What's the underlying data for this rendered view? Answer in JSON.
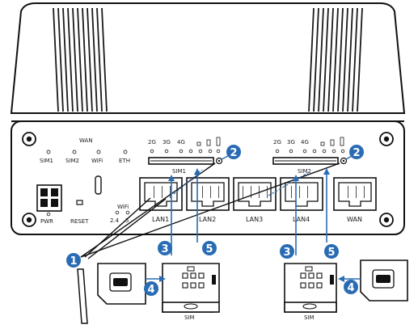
{
  "device": {
    "header_labels": {
      "wan": "WAN",
      "sim1": "SIM1",
      "sim2": "SIM2",
      "wifi": "WiFi",
      "eth": "ETH"
    },
    "signal_labels_left": [
      "2G",
      "3G",
      "4G"
    ],
    "signal_labels_right": [
      "2G",
      "3G",
      "4G"
    ],
    "slot_labels": {
      "sim1": "SIM1",
      "sim2": "SIM2"
    },
    "power_label": "PWR",
    "reset_label": "RESET",
    "wifi_label": "WiFi",
    "wifi_bands": [
      "2.4",
      "5"
    ],
    "ports": [
      "LAN1",
      "LAN2",
      "LAN3",
      "LAN4",
      "WAN"
    ]
  },
  "trays": {
    "left_label": "SIM",
    "right_label": "SIM"
  },
  "steps": {
    "eject_tool": "1",
    "led_top_left": "2",
    "led_top_right": "2",
    "tray_left": "3",
    "tray_right": "3",
    "card_left": "4",
    "card_right": "4",
    "insert_left": "5",
    "insert_right": "5"
  },
  "colors": {
    "step_badge": "#2a6cb3",
    "arrow": "#2a6cb3",
    "line": "#111111",
    "panel": "#ffffff"
  }
}
